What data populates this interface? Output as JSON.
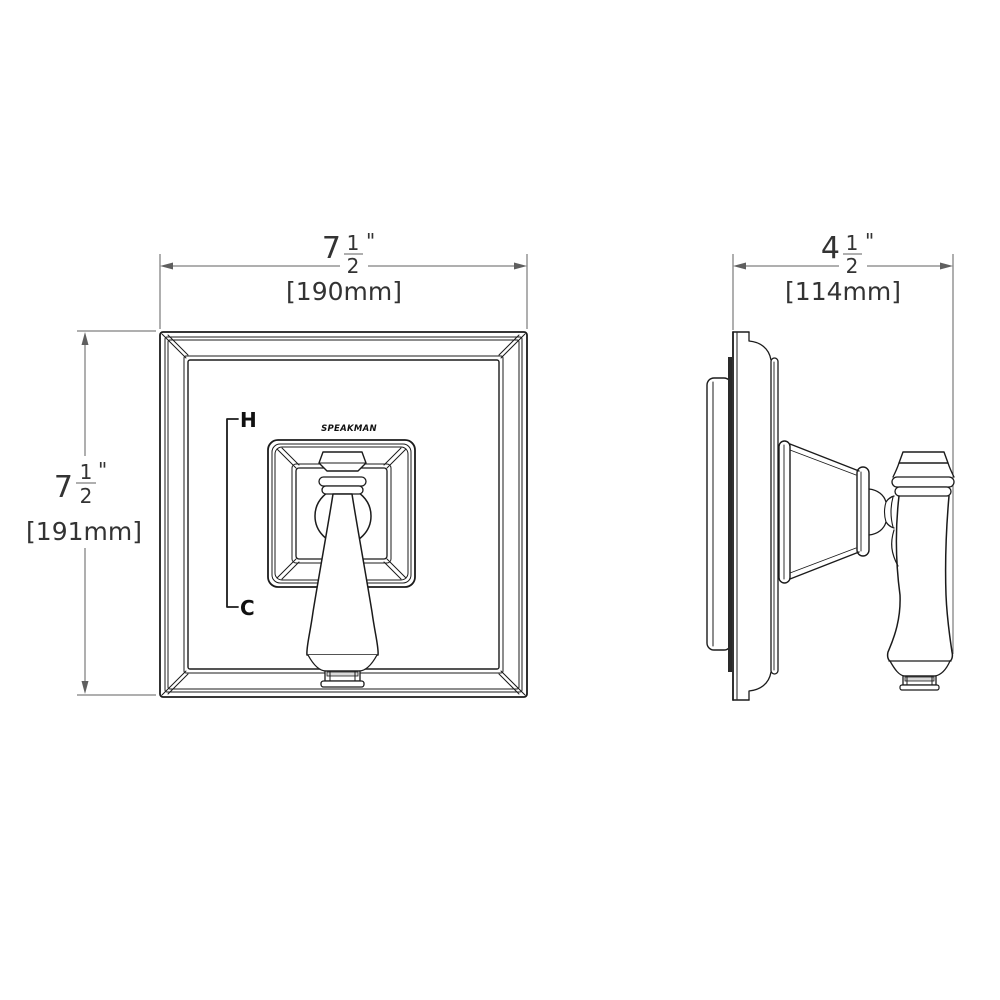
{
  "brand_mark": "SPEAKMAN",
  "labels": {
    "hot": "H",
    "cold": "C"
  },
  "dimensions": {
    "width": {
      "whole": "7",
      "numerator": "1",
      "denominator": "2",
      "unit_inches": "\"",
      "metric": "[190mm]"
    },
    "height": {
      "whole": "7",
      "numerator": "1",
      "denominator": "2",
      "unit_inches": "\"",
      "metric": "[191mm]"
    },
    "depth": {
      "whole": "4",
      "numerator": "1",
      "denominator": "2",
      "unit_inches": "\"",
      "metric": "[114mm]"
    }
  },
  "colors": {
    "object_line": "#1b1b1b",
    "dimension_line": "#5f5f5f",
    "text": "#333333",
    "background": "#ffffff"
  }
}
